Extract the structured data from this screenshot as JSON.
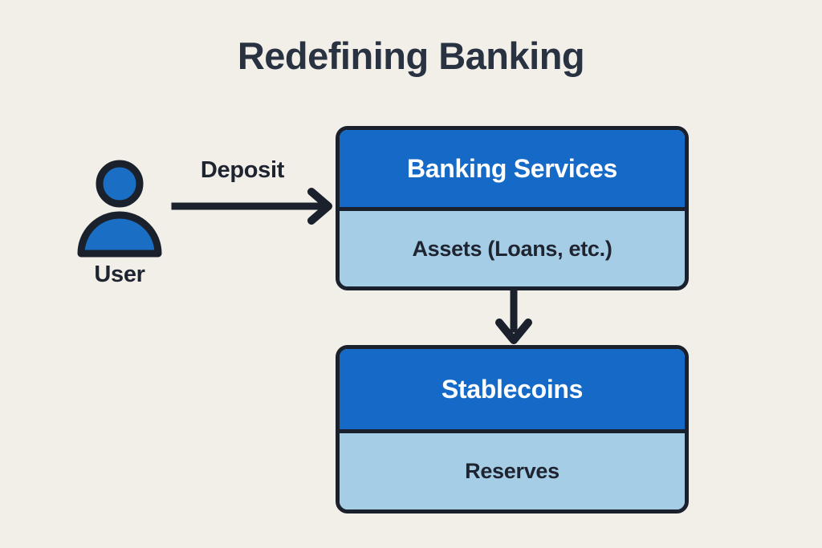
{
  "page": {
    "title": "Redefining Banking",
    "background_color": "#F2EFE9",
    "ink_color": "#1A202C",
    "accent_blue": "#1569C7",
    "accent_light_blue": "#A6CDE6",
    "title_color": "#293241"
  },
  "actor": {
    "icon_name": "user-icon",
    "label": "User"
  },
  "edges": {
    "deposit": {
      "label": "Deposit",
      "icon_name": "arrow-right-icon",
      "from": "User",
      "to": "Banking Services"
    },
    "issuance": {
      "label": "",
      "icon_name": "arrow-down-icon",
      "from": "Banking Services",
      "to": "Stablecoins"
    }
  },
  "nodes": [
    {
      "id": "banking-services",
      "header": "Banking Services",
      "body": "Assets (Loans, etc.)"
    },
    {
      "id": "stablecoins",
      "header": "Stablecoins",
      "body": "Reserves"
    }
  ]
}
